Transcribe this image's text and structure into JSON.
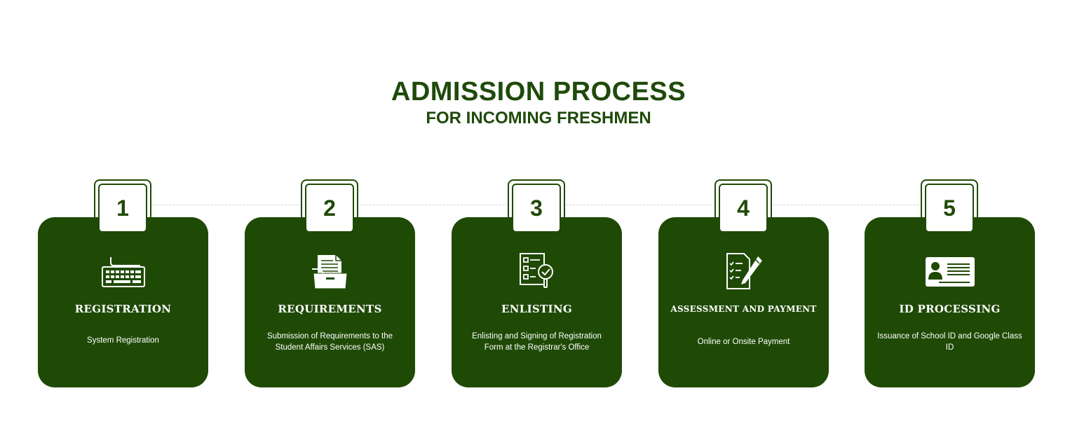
{
  "header": {
    "title": "ADMISSION PROCESS",
    "subtitle": "FOR INCOMING FRESHMEN"
  },
  "colors": {
    "primary": "#1f4a06",
    "heading": "#1f4a0a",
    "background": "#ffffff"
  },
  "steps": [
    {
      "number": "1",
      "icon": "keyboard-icon",
      "title": "REGISTRATION",
      "description": "System Registration"
    },
    {
      "number": "2",
      "icon": "document-folder-icon",
      "title": "REQUIREMENTS",
      "description": "Submission of Requirements to the Student Affairs Services (SAS)"
    },
    {
      "number": "3",
      "icon": "checklist-magnifier-icon",
      "title": "ENLISTING",
      "description": "Enlisting and Signing of Registration Form at the Registrar's Office"
    },
    {
      "number": "4",
      "icon": "document-pen-icon",
      "title": "ASSESSMENT AND PAYMENT",
      "description": "Online or Onsite Payment"
    },
    {
      "number": "5",
      "icon": "id-card-icon",
      "title": "ID PROCESSING",
      "description": "Issuance of School ID and Google Class ID"
    }
  ]
}
